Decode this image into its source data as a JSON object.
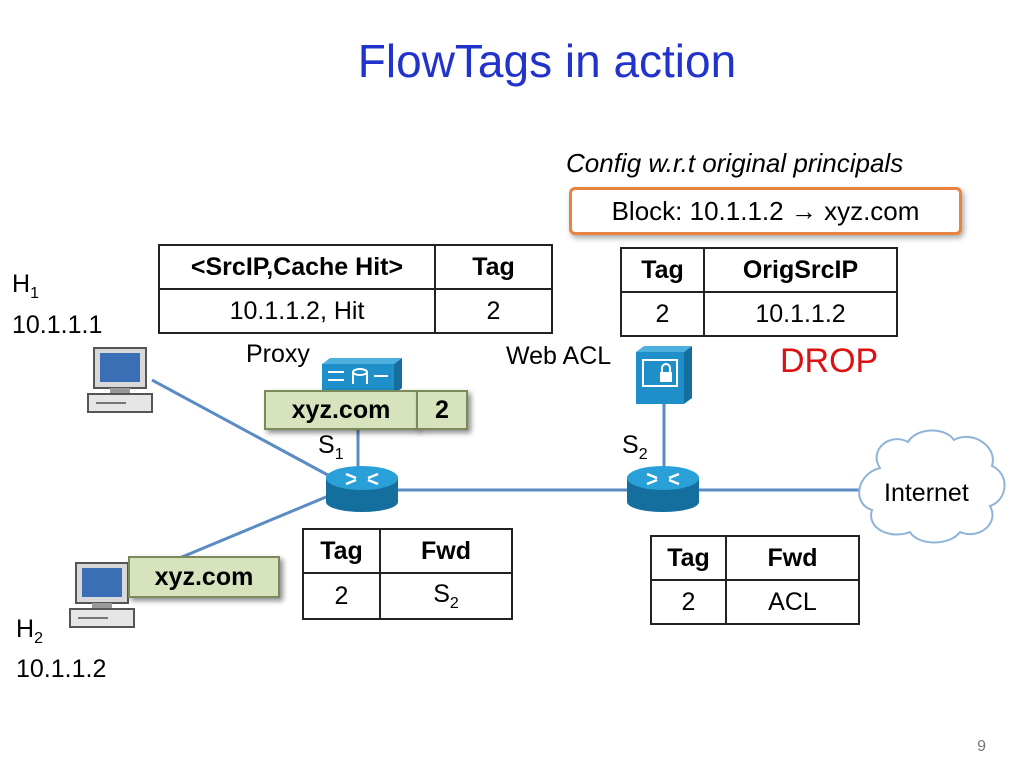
{
  "title": "FlowTags in action",
  "config": {
    "caption": "Config w.r.t original principals",
    "rule_prefix": "Block:  10.1.1.2",
    "arrow": "→",
    "rule_suffix": "xyz.com"
  },
  "proxy_table": {
    "headers": [
      "<SrcIP,Cache Hit>",
      "Tag"
    ],
    "row": [
      "10.1.1.2, Hit",
      "2"
    ]
  },
  "acl_table": {
    "headers": [
      "Tag",
      "OrigSrcIP"
    ],
    "row": [
      "2",
      "10.1.1.2"
    ]
  },
  "s1_table": {
    "headers": [
      "Tag",
      "Fwd"
    ],
    "row_tag": "2",
    "row_fwd_main": "S",
    "row_fwd_sub": "2"
  },
  "s2_table": {
    "headers": [
      "Tag",
      "Fwd"
    ],
    "row": [
      "2",
      "ACL"
    ]
  },
  "hosts": {
    "h1_name": "H",
    "h1_sub": "1",
    "h1_ip": "10.1.1.1",
    "h2_name": "H",
    "h2_sub": "2",
    "h2_ip": "10.1.1.2"
  },
  "labels": {
    "proxy": "Proxy",
    "web_acl": "Web ACL",
    "drop": "DROP",
    "s1_main": "S",
    "s1_sub": "1",
    "s2_main": "S",
    "s2_sub": "2",
    "internet": "Internet"
  },
  "packets": {
    "tagged_domain": "xyz.com",
    "tagged_tag": "2",
    "untagged_domain": "xyz.com"
  },
  "page_number": "9",
  "colors": {
    "title": "#2233cc",
    "link": "#5b8bc4",
    "router": "#1e8fc8",
    "config_border": "#e8843f",
    "drop": "#dd1111",
    "packet_fill": "#d6e3bc"
  },
  "icons": [
    "computer-icon",
    "router-icon",
    "proxy-server-icon",
    "firewall-icon",
    "cloud-icon"
  ]
}
